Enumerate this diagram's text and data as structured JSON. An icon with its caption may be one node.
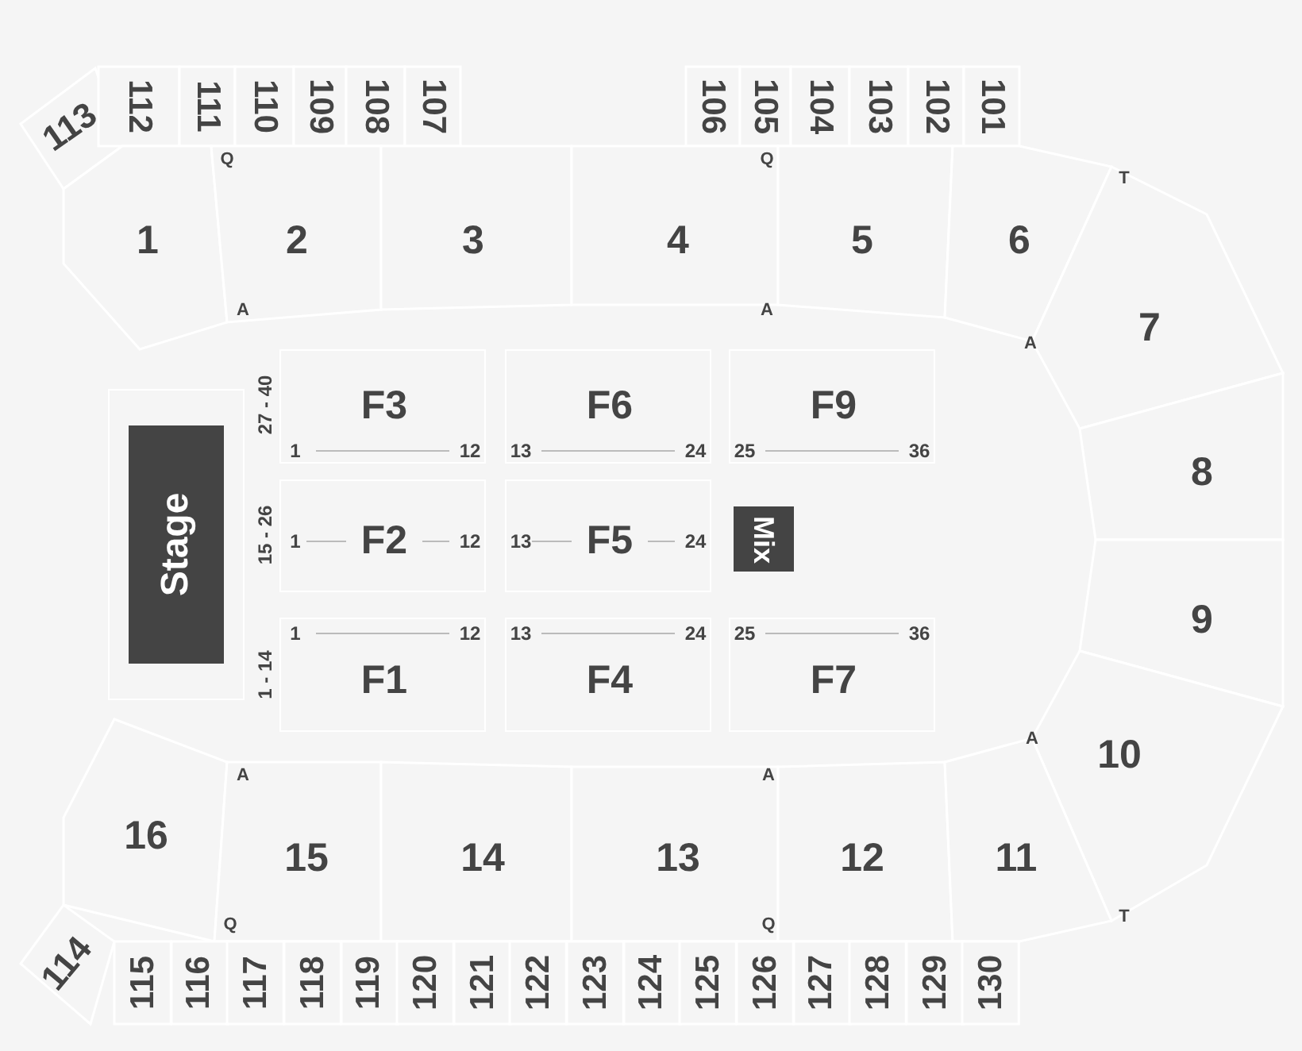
{
  "diagram": {
    "nodes": [
      {
        "text": [
          "113"
        ]
      },
      {
        "text": [
          "112"
        ]
      },
      {
        "text": [
          "111"
        ]
      },
      {
        "text": [
          "110"
        ]
      },
      {
        "text": [
          "109"
        ]
      },
      {
        "text": [
          "108"
        ]
      },
      {
        "text": [
          "107"
        ]
      },
      {
        "text": [
          "106"
        ]
      },
      {
        "text": [
          "105"
        ]
      },
      {
        "text": [
          "104"
        ]
      },
      {
        "text": [
          "103"
        ]
      },
      {
        "text": [
          "102"
        ]
      },
      {
        "text": [
          "101"
        ]
      },
      {
        "text": [
          "1"
        ]
      },
      {
        "text": [
          "2"
        ]
      },
      {
        "text": [
          "3"
        ]
      },
      {
        "text": [
          "4"
        ]
      },
      {
        "text": [
          "5"
        ]
      },
      {
        "text": [
          "6"
        ]
      },
      {
        "text": [
          "7"
        ]
      },
      {
        "text": [
          "Stage"
        ]
      },
      {
        "text": [
          "F3",
          "1",
          "12"
        ]
      },
      {
        "text": [
          "F6",
          "13",
          "24"
        ]
      },
      {
        "text": [
          "F9",
          "25",
          "36"
        ]
      },
      {
        "text": [
          "8"
        ]
      },
      {
        "text": [
          "1",
          "F2",
          "12"
        ]
      },
      {
        "text": [
          "13",
          "F5",
          "24"
        ]
      },
      {
        "text": [
          "Mix"
        ]
      },
      {
        "text": [
          "9"
        ]
      },
      {
        "text": [
          "1",
          "12",
          "F1"
        ]
      },
      {
        "text": [
          "13",
          "24",
          "F4"
        ]
      },
      {
        "text": [
          "25",
          "36",
          "F7"
        ]
      },
      {
        "text": [
          "10"
        ]
      },
      {
        "text": [
          "16"
        ]
      },
      {
        "text": [
          "15"
        ]
      },
      {
        "text": [
          "14"
        ]
      },
      {
        "text": [
          "13"
        ]
      },
      {
        "text": [
          "12"
        ]
      },
      {
        "text": [
          "11"
        ]
      },
      {
        "text": [
          "114"
        ]
      },
      {
        "text": [
          "115"
        ]
      },
      {
        "text": [
          "116"
        ]
      },
      {
        "text": [
          "117"
        ]
      },
      {
        "text": [
          "118"
        ]
      },
      {
        "text": [
          "119"
        ]
      },
      {
        "text": [
          "120"
        ]
      },
      {
        "text": [
          "121"
        ]
      },
      {
        "text": [
          "122"
        ]
      },
      {
        "text": [
          "123"
        ]
      },
      {
        "text": [
          "124"
        ]
      },
      {
        "text": [
          "125"
        ]
      },
      {
        "text": [
          "126"
        ]
      },
      {
        "text": [
          "127"
        ]
      },
      {
        "text": [
          "128"
        ]
      },
      {
        "text": [
          "129"
        ]
      },
      {
        "text": [
          "130"
        ]
      }
    ],
    "labels": [
      "Q",
      "Q",
      "T",
      "A",
      "A",
      "A",
      "27 - 40",
      "15 - 26",
      "1 - 14",
      "A",
      "A",
      "A",
      "T",
      "Q",
      "Q"
    ]
  }
}
